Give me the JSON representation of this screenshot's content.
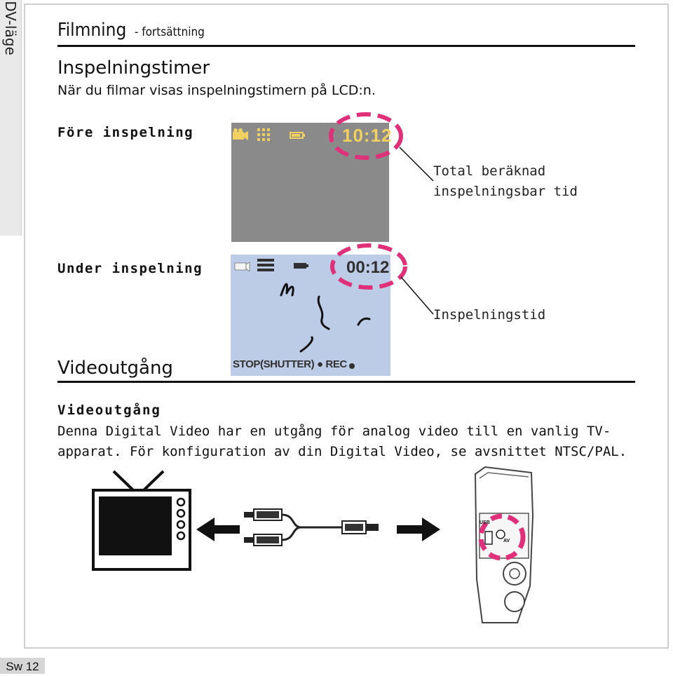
{
  "side_tab": {
    "label": "DV-läge"
  },
  "page_number": "Sw 12",
  "section": {
    "title": "Filmning",
    "subtitle": "- fortsättning"
  },
  "timer_section": {
    "heading": "Inspelningstimer",
    "description": "När du filmar visas inspelningstimern på LCD:n.",
    "before_label": "Före inspelning",
    "during_label": "Under inspelning",
    "before_time": "10:12",
    "during_time": "00:12",
    "lcd_footer": "STOP(SHUTTER) ● REC",
    "callout_total_line1": "Total beräknad",
    "callout_total_line2": "inspelningsbar tid",
    "callout_recording": "Inspelningstid"
  },
  "video_out": {
    "heading": "Videoutgång",
    "label": "Videoutgång",
    "text_line1": "Denna Digital Video har en utgång för analog video till en vanlig TV-",
    "text_line2": "apparat. För konfiguration av din Digital Video, se avsnittet NTSC/PAL.",
    "port_usb": "USB",
    "port_av": "AV"
  },
  "colors": {
    "highlight": "#e0307a",
    "lcd_standby": "#8a8a8a",
    "lcd_recording": "#bccbe6",
    "timer_standby": "#f0d060"
  }
}
